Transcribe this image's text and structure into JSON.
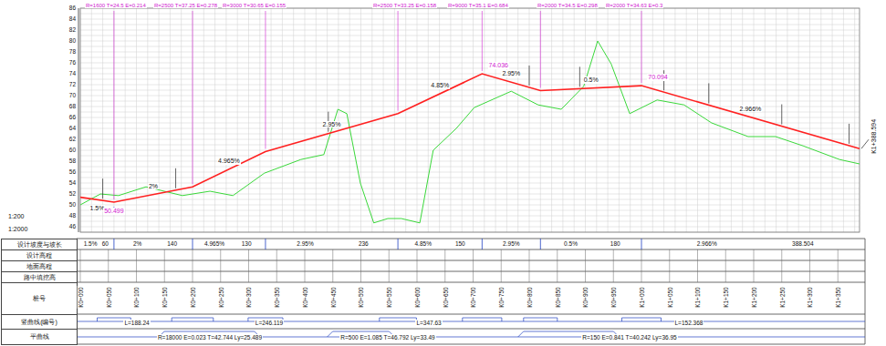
{
  "diagram": {
    "nodes": [
      {
        "text": [
          "设计坡度与坡长"
        ]
      },
      {
        "text": [
          "设计高程"
        ]
      },
      {
        "text": [
          "地面高程"
        ]
      },
      {
        "text": [
          "路中填挖高"
        ]
      },
      {
        "text": [
          "桩号"
        ]
      },
      {
        "text": [
          "竖曲线(编号)"
        ]
      },
      {
        "text": [
          "平曲线"
        ]
      }
    ],
    "labels": [
      "R=1600 T=24.5 E=0.214",
      "R=2500 T=37.25 E=0.278",
      "R=3000 T=30.65 E=0.155",
      "R=2500 T=33.25 E=0.158",
      "R=9000 T=35.1 E=0.684",
      "R=2000 T=34.5 E=0.298",
      "R=2000 T=34.63 E=0.3",
      "1:200",
      "1:2000",
      "46",
      "48",
      "50",
      "52",
      "54",
      "56",
      "58",
      "60",
      "62",
      "64",
      "66",
      "68",
      "70",
      "72",
      "74",
      "76",
      "78",
      "80",
      "82",
      "84",
      "86",
      "1.5%",
      "2%",
      "4.965%",
      "2.95%",
      "4.85%",
      "2.95%",
      "0.5%",
      "2.966%",
      "50.499",
      "74.036",
      "70.094",
      "1.5%",
      "2%",
      "4.965%",
      "2.95%",
      "4.85%",
      "2.95%",
      "0.5%",
      "2.966%",
      "60",
      "140",
      "130",
      "236",
      "150",
      "180",
      "388.504",
      "K0+000",
      "K0+050",
      "K0+100",
      "K0+150",
      "K0+200",
      "K0+250",
      "K0+300",
      "K0+350",
      "K0+400",
      "K0+450",
      "K0+500",
      "K0+550",
      "K0+600",
      "K0+650",
      "K0+700",
      "K0+750",
      "K0+800",
      "K0+850",
      "K0+900",
      "K0+950",
      "K1+000",
      "K1+050",
      "K1+100",
      "K1+150",
      "K1+200",
      "K1+250",
      "K1+300",
      "K1+350",
      "K1+388.594",
      "L=188.24",
      "L=246.119",
      "L=347.63",
      "L=152.368",
      "R=18000 E=0.023 T=42.744 Ly=25.489",
      "R=500 E=1.085 T=46.792 Ly=33.49",
      "R=150 E=0.841 T=40.242 Ly=36.95"
    ]
  }
}
